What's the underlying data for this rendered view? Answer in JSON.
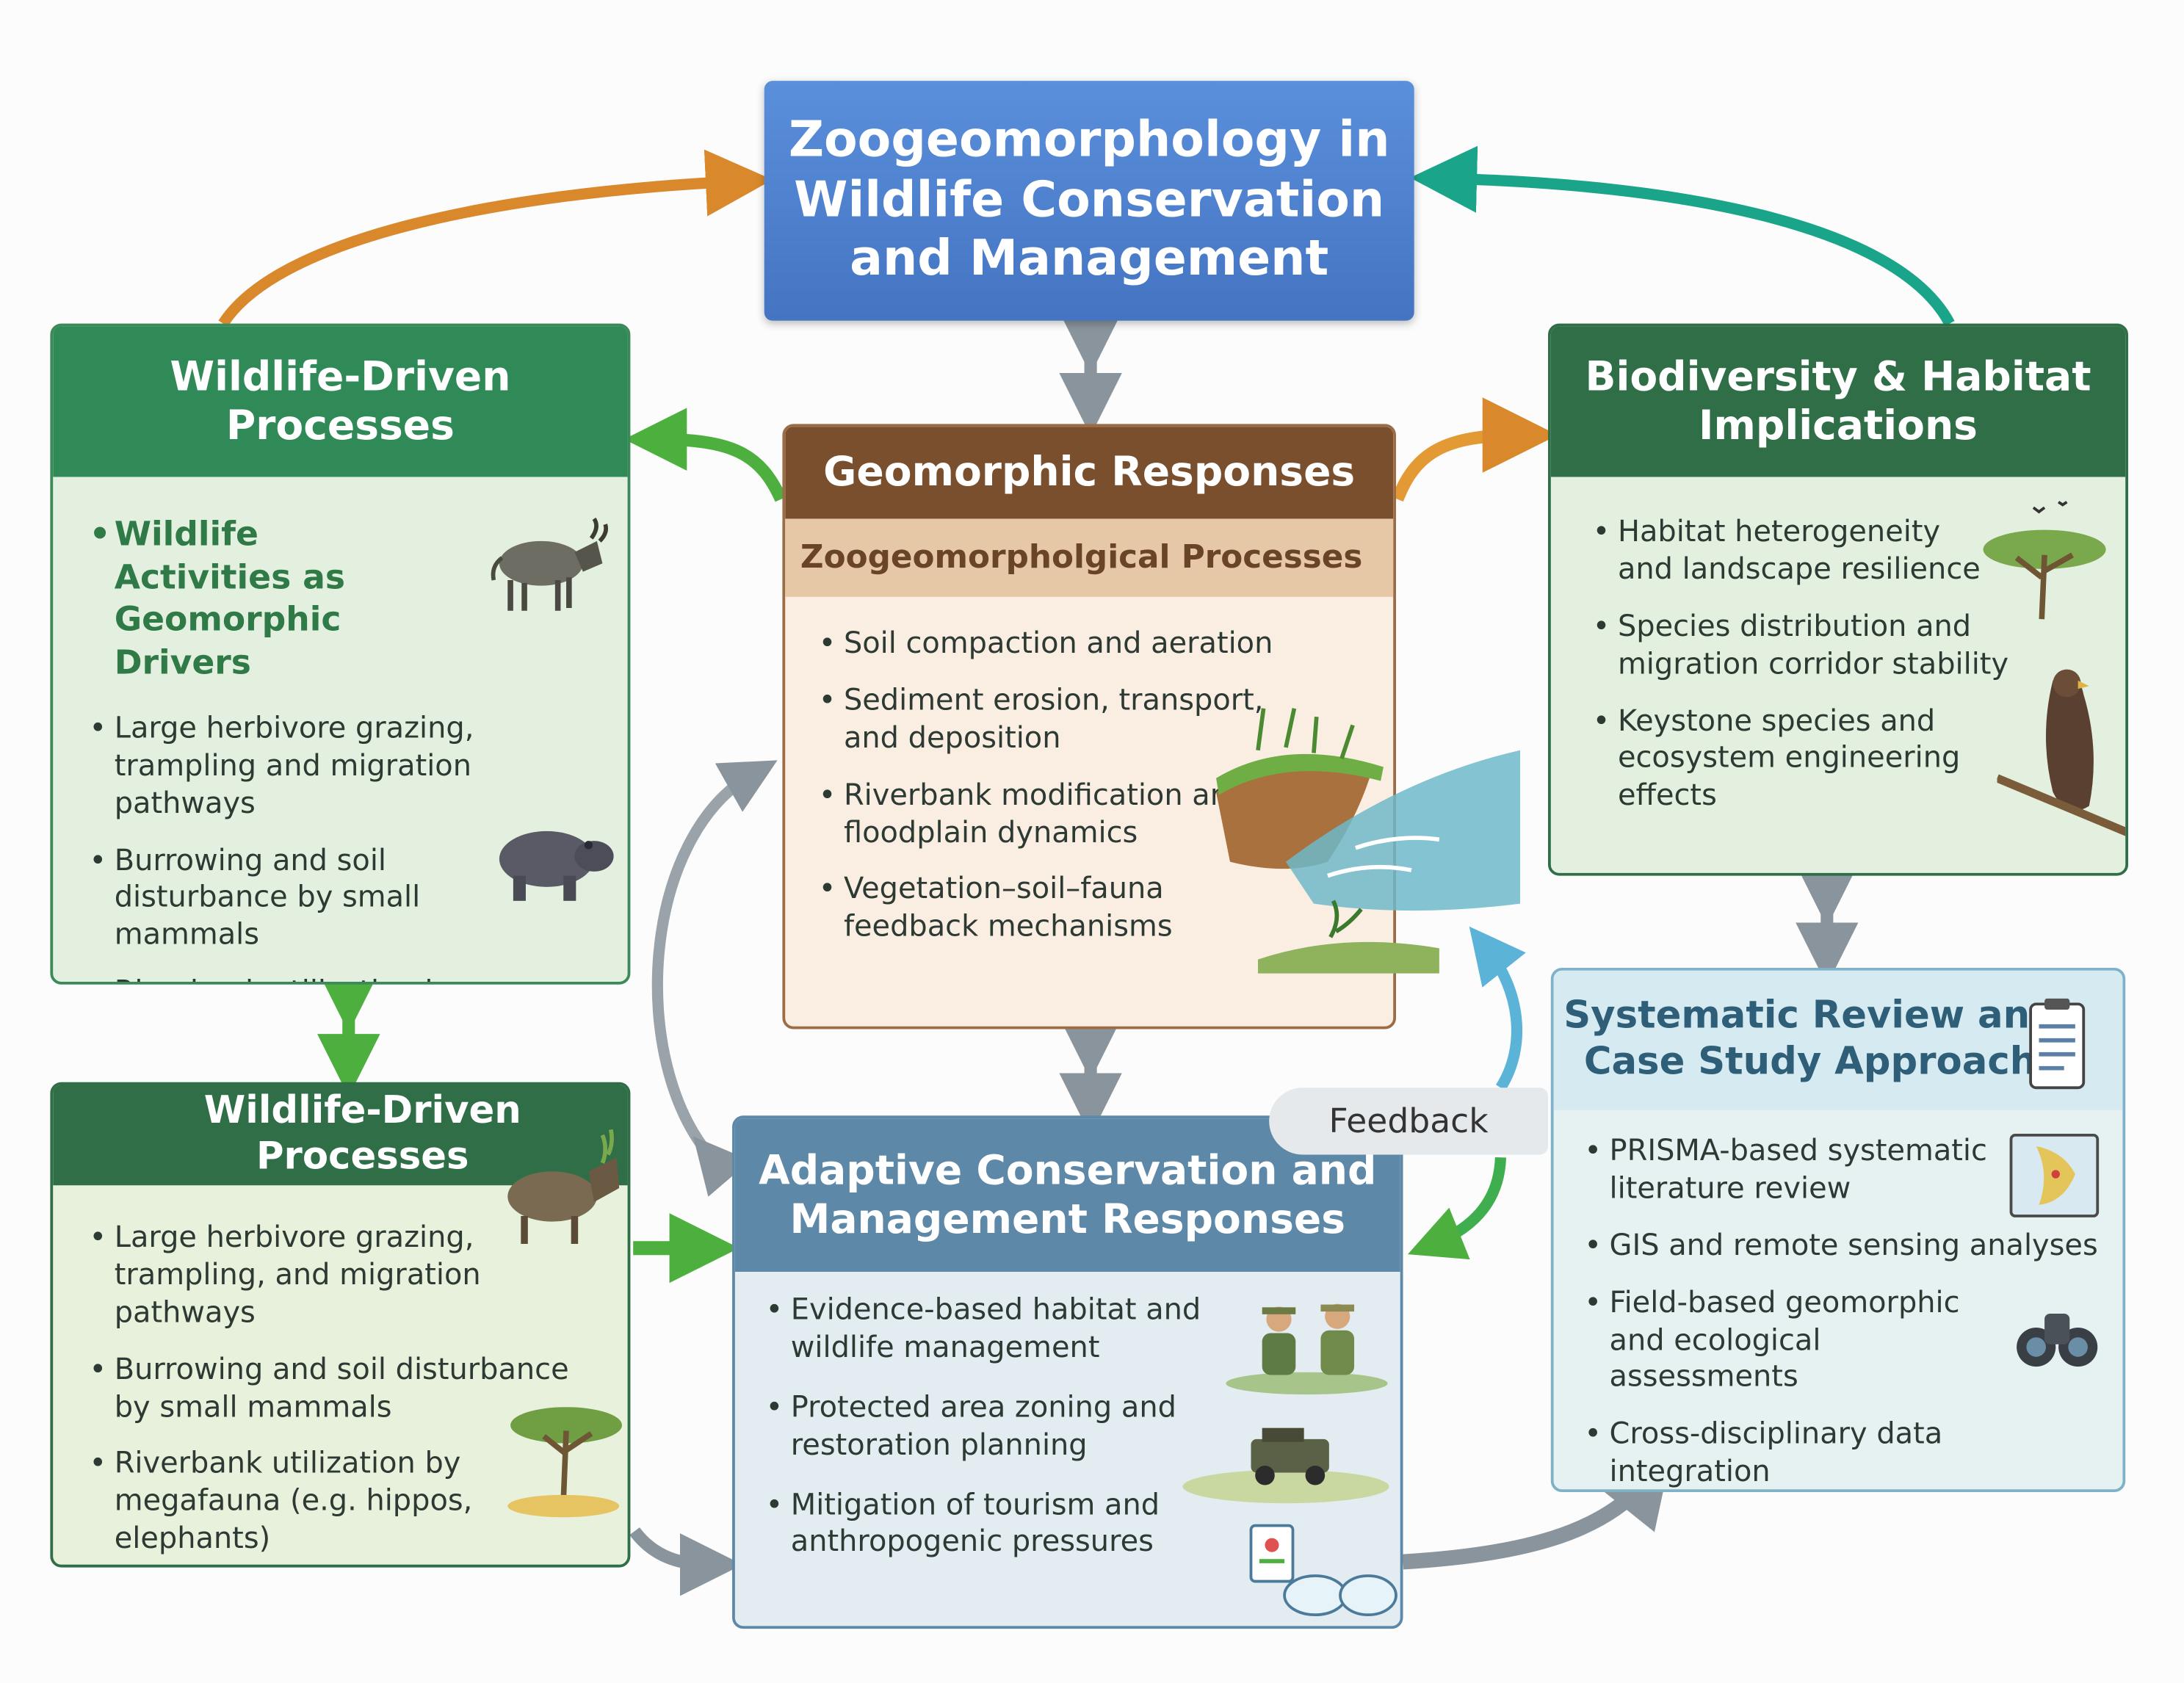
{
  "title": {
    "lines": [
      "Zoogeomorphology in",
      "Wildlife Conservation",
      "and Management"
    ]
  },
  "wildlife_top": {
    "header": [
      "Wildlife-Driven",
      "Processes"
    ],
    "items": [
      "Wildlife Activities as Geomorphic Drivers",
      "Large herbivore grazing, trampling and migration pathways",
      "Burrowing and soil disturbance by small mammals",
      "Riverbank utilization by megafauna (e.g. hippos, elephants)"
    ]
  },
  "geomorphic": {
    "header": "Geomorphic Responses",
    "subheader": "Zoogeomorpholgical Processes",
    "items": [
      "Soil compaction and aeration",
      "Sediment erosion, transport, and deposition",
      "Riverbank modification and floodplain dynamics",
      "Vegetation–soil–fauna feedback mechanisms"
    ]
  },
  "biodiversity": {
    "header": [
      "Biodiversity & Habitat",
      "Implications"
    ],
    "items": [
      "Habitat heterogeneity and landscape resilience",
      "Species distribution and migration corridor stability",
      "Keystone species and ecosystem engineering effects"
    ]
  },
  "wildlife_bottom": {
    "header": "Wildlife-Driven Processes",
    "items": [
      "Large herbivore grazing, trampling, and migration pathways",
      "Burrowing and soil disturbance by small mammals",
      "Riverbank utilization by megafauna (e.g. hippos, elephants)"
    ]
  },
  "adaptive": {
    "header": [
      "Adaptive Conservation and",
      "Management Responses"
    ],
    "items": [
      "Evidence-based habitat and wildlife management",
      "Protected area zoning and restoration planning",
      "Mitigation of tourism and anthropogenic pressures"
    ]
  },
  "systematic": {
    "header": [
      "Systematic Review and",
      "Case Study Approach"
    ],
    "items": [
      "PRISMA-based systematic literature review",
      "GIS and remote sensing analyses",
      "Field-based geomorphic and ecological assessments",
      "Cross-disciplinary data integration"
    ]
  },
  "feedback_label": "Feedback",
  "colors": {
    "title_blue": "#4a7fcf",
    "green_header": "#2f8a57",
    "dark_green_header": "#2f6e47",
    "brown_header": "#7a4f2e",
    "adaptive_header": "#5d88a8",
    "systematic_header": "#dcedf4",
    "arrow_orange": "#d9892c",
    "arrow_teal": "#1aa58a",
    "arrow_gray": "#8a949c",
    "arrow_green": "#4caf3e",
    "arrow_blue": "#5bb3d8"
  }
}
